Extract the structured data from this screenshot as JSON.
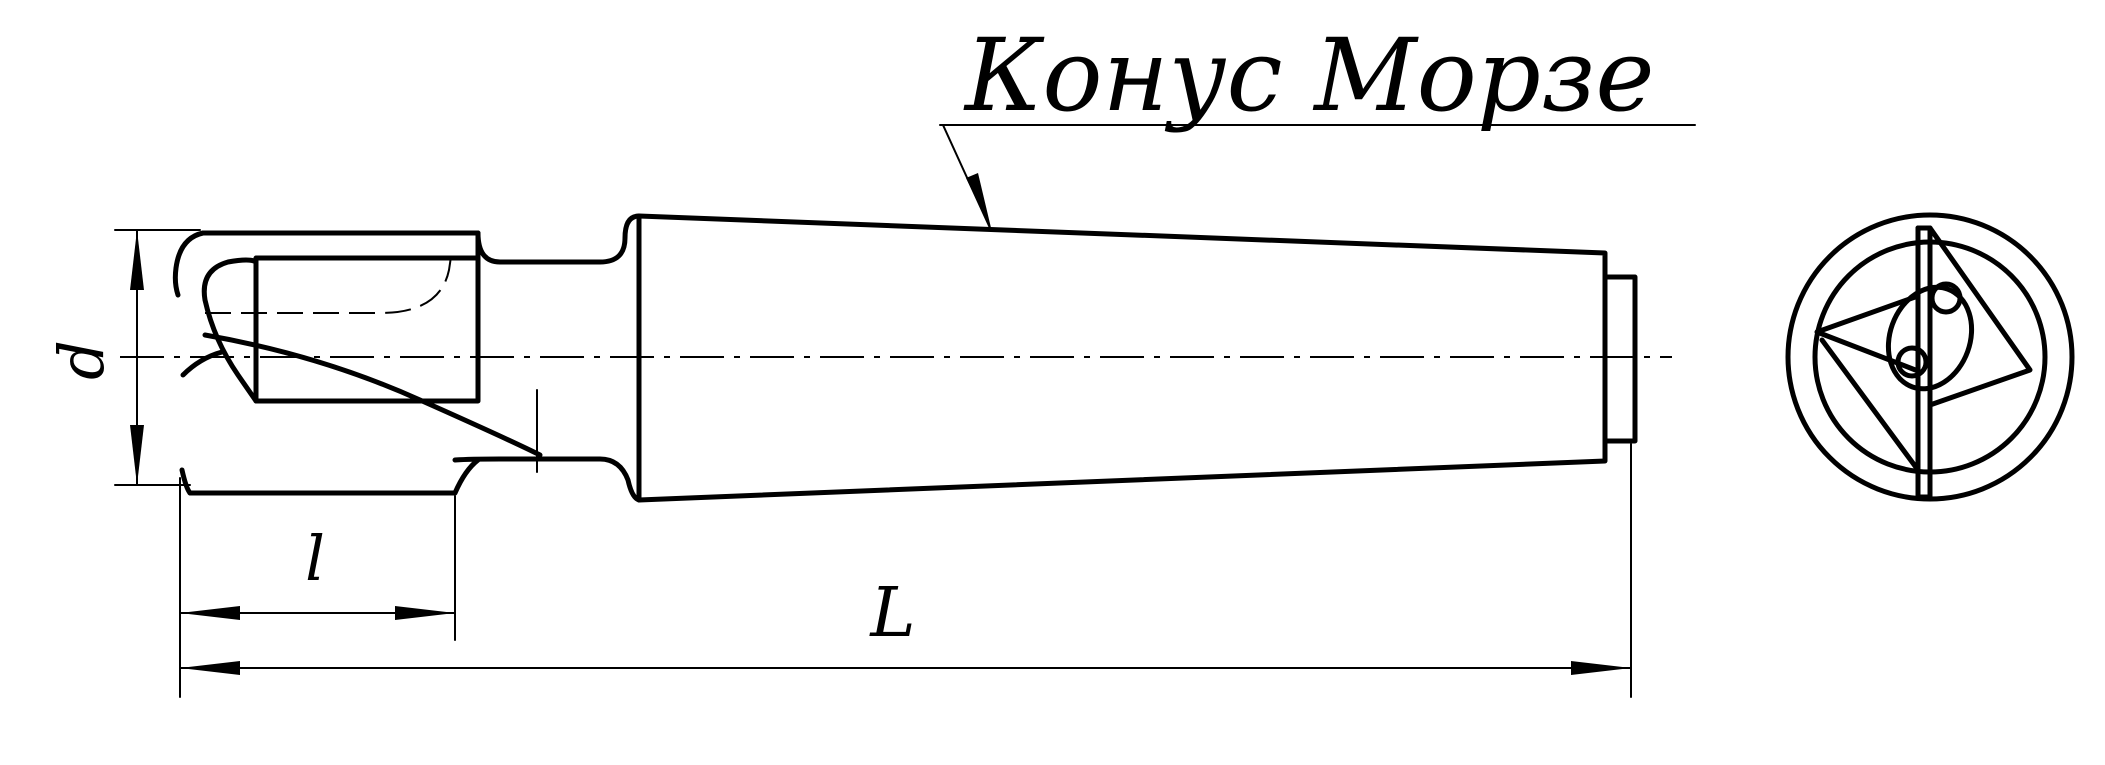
{
  "callout": {
    "title": "Конус Морзе"
  },
  "dimensions": {
    "diameter": "d",
    "cutting_length": "l",
    "overall_length": "L"
  }
}
